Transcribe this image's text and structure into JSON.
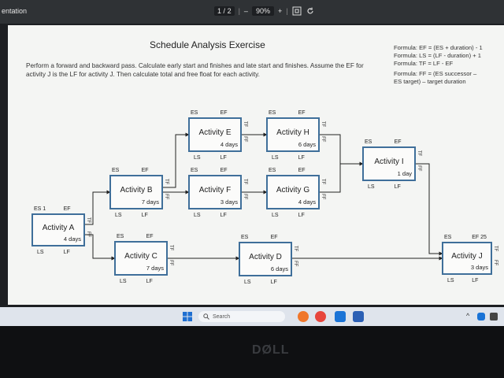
{
  "app": {
    "title": "entation"
  },
  "toolbar": {
    "page_current": "1",
    "page_sep": "/",
    "page_total": "2",
    "zoom_minus": "–",
    "zoom": "90%",
    "zoom_plus": "+"
  },
  "document": {
    "title": "Schedule Analysis Exercise",
    "instructions": "Perform a forward and backward pass. Calculate early start and finishes and late start and finishes. Assume the EF for activity J is the LF for activity J. Then calculate total and free float for each activity.",
    "formulas": [
      "Formula: EF = (ES + duration) - 1",
      "Formula: LS = (LF - duration) + 1",
      "Formula: TF = LF - EF",
      "Formula: FF = (ES successor –",
      "ES target) – target duration"
    ]
  },
  "activities": [
    {
      "id": "A",
      "name": "Activity A",
      "duration": "4 days",
      "es": "ES 1",
      "ef": "EF",
      "ls": "LS",
      "lf": "LF",
      "tf": "TF",
      "ff": "FF"
    },
    {
      "id": "B",
      "name": "Activity B",
      "duration": "7 days",
      "es": "ES",
      "ef": "EF",
      "ls": "LS",
      "lf": "LF",
      "tf": "TF",
      "ff": "FF"
    },
    {
      "id": "C",
      "name": "Activity C",
      "duration": "7 days",
      "es": "ES",
      "ef": "EF",
      "ls": "LS",
      "lf": "LF",
      "tf": "TF",
      "ff": "FF"
    },
    {
      "id": "D",
      "name": "Activity D",
      "duration": "6 days",
      "es": "ES",
      "ef": "EF",
      "ls": "LS",
      "lf": "LF",
      "tf": "TF",
      "ff": "FF"
    },
    {
      "id": "E",
      "name": "Activity E",
      "duration": "4 days",
      "es": "ES",
      "ef": "EF",
      "ls": "LS",
      "lf": "LF",
      "tf": "TF",
      "ff": "FF"
    },
    {
      "id": "F",
      "name": "Activity F",
      "duration": "3 days",
      "es": "ES",
      "ef": "EF",
      "ls": "LS",
      "lf": "LF",
      "tf": "TF",
      "ff": "FF"
    },
    {
      "id": "G",
      "name": "Activity G",
      "duration": "4 days",
      "es": "ES",
      "ef": "EF",
      "ls": "LS",
      "lf": "LF",
      "tf": "TF",
      "ff": "FF"
    },
    {
      "id": "H",
      "name": "Activity H",
      "duration": "6 days",
      "es": "ES",
      "ef": "EF",
      "ls": "LS",
      "lf": "LF",
      "tf": "TF",
      "ff": "FF"
    },
    {
      "id": "I",
      "name": "Activity I",
      "duration": "1 day",
      "es": "ES",
      "ef": "EF",
      "ls": "LS",
      "lf": "LF",
      "tf": "TF",
      "ff": "FF"
    },
    {
      "id": "J",
      "name": "Activity J",
      "duration": "3 days",
      "es": "ES",
      "ef": "EF 25",
      "ls": "LS",
      "lf": "LF",
      "tf": "TF",
      "ff": "FF"
    }
  ],
  "dependencies": [
    [
      "A",
      "B"
    ],
    [
      "A",
      "C"
    ],
    [
      "B",
      "E"
    ],
    [
      "B",
      "F"
    ],
    [
      "F",
      "G"
    ],
    [
      "C",
      "D"
    ],
    [
      "E",
      "H"
    ],
    [
      "H",
      "I"
    ],
    [
      "G",
      "I"
    ],
    [
      "I",
      "J"
    ],
    [
      "D",
      "J"
    ]
  ],
  "taskbar": {
    "search_placeholder": "Search"
  },
  "laptop": {
    "brand": "DØLL"
  },
  "colors": {
    "box_border": "#3f6f9a",
    "page_bg": "#f4f5f3",
    "frame_bg": "#1d1f22"
  }
}
